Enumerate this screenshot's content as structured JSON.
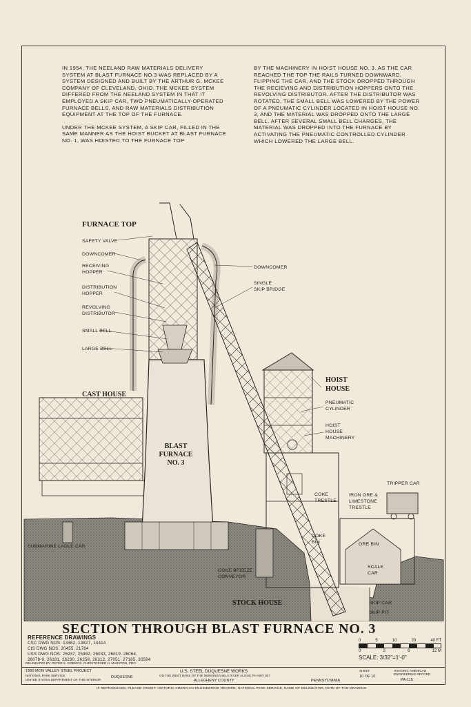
{
  "text_left": [
    "In 1954, the Neeland raw materials delivery system at Blast Furnace No.3 was replaced by a system designed and built by the Arthur G. McKee Company of Cleveland, Ohio. The McKee system differed from the Neeland system in that it employed a skip car, two pneumatically-operated furnace bells, and raw materials distribution equipment at the top of the furnace.",
    "Under the McKee system, a skip car, filled in the same manner as the hoist bucket at Blast Furnace No. 1, was hoisted to the furnace top"
  ],
  "text_right": [
    "by the machinery in hoist house no. 3. As the car reached the top the rails turned downward, flipping the car, and the stock dropped through the recieving and distribution hoppers onto the revolving distributor. After the distributor was rotated, the small bell was lowered by the power of a pneumatic cylinder located in hoist house no. 3, and the material was dropped onto the large bell. After several small bell charges, the material was dropped into the furnace by activating the pneumatic controlled cylinder which lowered the large bell."
  ],
  "labels": {
    "furnace_top": "FURNACE TOP",
    "safety_valve": "SAFETY VALVE",
    "downcomer_left": "DOWNCOMER",
    "receiving_hopper_1": "RECEIVING",
    "receiving_hopper_2": "HOPPER",
    "distribution_hopper_1": "DISTRIBUTION",
    "distribution_hopper_2": "HOPPER",
    "revolving_distributor_1": "REVOLVING",
    "revolving_distributor_2": "DISTRIBUTOR",
    "small_bell": "SMALL BELL",
    "large_bell": "LARGE BELL",
    "cast_house": "CAST HOUSE",
    "blast_furnace_1": "BLAST",
    "blast_furnace_2": "FURNACE",
    "blast_furnace_3": "NO. 3",
    "downcomer_right": "DOWNCOMER",
    "single_skip_bridge_1": "SINGLE",
    "single_skip_bridge_2": "SKIP BRIDGE",
    "hoist_house_1": "HOIST",
    "hoist_house_2": "HOUSE",
    "pneumatic_cylinder_1": "PNEUMATIC",
    "pneumatic_cylinder_2": "CYLINDER",
    "hoist_house_machinery_1": "HOIST",
    "hoist_house_machinery_2": "HOUSE",
    "hoist_house_machinery_3": "MACHINERY",
    "tripper_car": "TRIPPER CAR",
    "coke_trestle_1": "COKE",
    "coke_trestle_2": "TRESTLE",
    "iron_ore_1": "IRON ORE &",
    "iron_ore_2": "LIMESTONE",
    "iron_ore_3": "TRESTLE",
    "coke_bin_1": "COKE",
    "coke_bin_2": "BIN",
    "ore_bin": "ORE BIN",
    "scale_car_1": "SCALE",
    "scale_car_2": "CAR",
    "submarine_ladle_car": "SUBMARINE LADLE CAR",
    "coke_breeze_1": "COKE BREEZE",
    "coke_breeze_2": "CONVEYOR",
    "stock_house": "STOCK HOUSE",
    "skip_car": "SKIP CAR",
    "skip_pit": "SKIP PIT"
  },
  "title": "SECTION THROUGH BLAST FURNACE NO. 3",
  "references": {
    "heading": "REFERENCE DRAWINGS",
    "lines": [
      "CSC DWG NOS: 13362, 13827, 14414",
      "CIS DWG NOS: 20455, 21764",
      "USS DWG NOS: 25937, 25982, 26033, 26019, 26064,",
      "26078-9, 26181, 26230, 26258, 26312, 27051, 27165, 30594"
    ]
  },
  "scale": {
    "ft_ticks": [
      "0",
      "5",
      "10",
      "20",
      "40 FT"
    ],
    "m_ticks": [
      "0",
      "3",
      "6",
      "12 M"
    ],
    "text": "SCALE: 3/32\"=1'-0\""
  },
  "title_block": {
    "project": "1990 MON VALLEY STEEL PROJECT",
    "agency_1": "NATIONAL PARK SERVICE",
    "agency_2": "UNITED STATES DEPARTMENT OF THE INTERIOR",
    "place": "DUQUESNE",
    "works": "U.S. STEEL DUQUESNE WORKS",
    "location": "ON THE WEST BANK OF THE MONONGAHELA RIVER ALONG PA HWY 837",
    "county": "ALLEGHENY COUNTY",
    "state": "PENNSYLVANIA",
    "sheet_label": "SHEET",
    "sheet": "10 OF 10",
    "haer_1": "HISTORIC AMERICAN",
    "haer_2": "ENGINEERING RECORD",
    "haer_no": "PA-115",
    "delineator": "DELINEATED BY: PETER S. GOBRICZ, CHRISTOPHER H. MARSTON, PRO"
  },
  "footer": "IF REPRODUCED, PLEASE CREDIT: HISTORIC AMERICAN ENGINEERING RECORD, NATIONAL PARK SERVICE, NAME OF DELINEATOR, DATE OF THE DRAWING"
}
